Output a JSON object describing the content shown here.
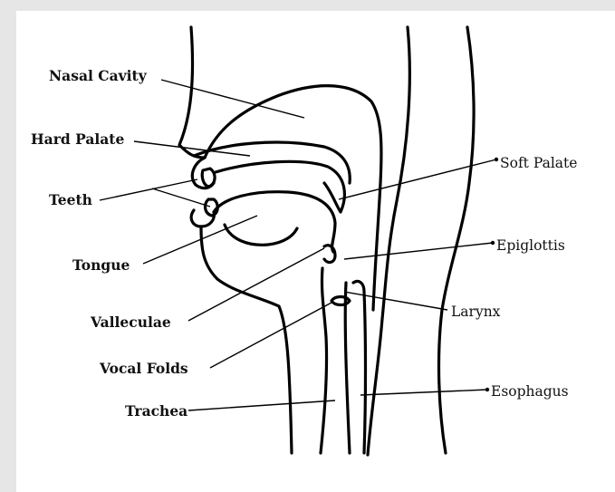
{
  "diagram": {
    "labels": {
      "nasal_cavity": "Nasal Cavity",
      "hard_palate": "Hard Palate",
      "teeth": "Teeth",
      "tongue": "Tongue",
      "valleculae": "Valleculae",
      "vocal_folds": "Vocal Folds",
      "trachea": "Trachea",
      "soft_palate": "Soft Palate",
      "epiglottis": "Epiglottis",
      "larynx": "Larynx",
      "esophagus": "Esophagus"
    }
  }
}
